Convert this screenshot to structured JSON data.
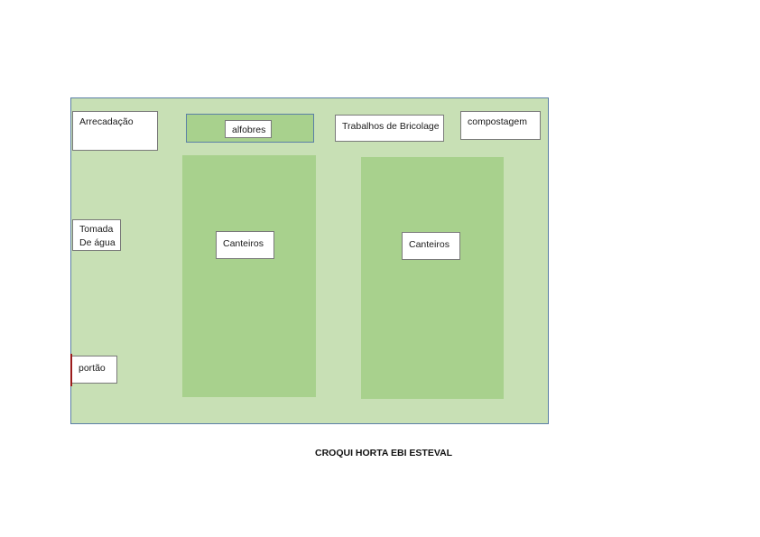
{
  "diagram": {
    "caption": "CROQUI HORTA EBI ESTEVAL",
    "colors": {
      "plot_fill": "#c8e0b5",
      "plot_border": "#5b7fa6",
      "bed_fill": "#a8d18d",
      "label_fill": "#ffffff",
      "gate_mark": "#9b1c1c"
    },
    "labels": {
      "storage": "Arrecadação",
      "seedbeds": "alfobres",
      "diy_works": "Trabalhos de Bricolage",
      "composting": "compostagem",
      "water_tap_line1": "Tomada",
      "water_tap_line2": "De água",
      "gate": "portão",
      "bed_left": "Canteiros",
      "bed_right": "Canteiros"
    }
  }
}
